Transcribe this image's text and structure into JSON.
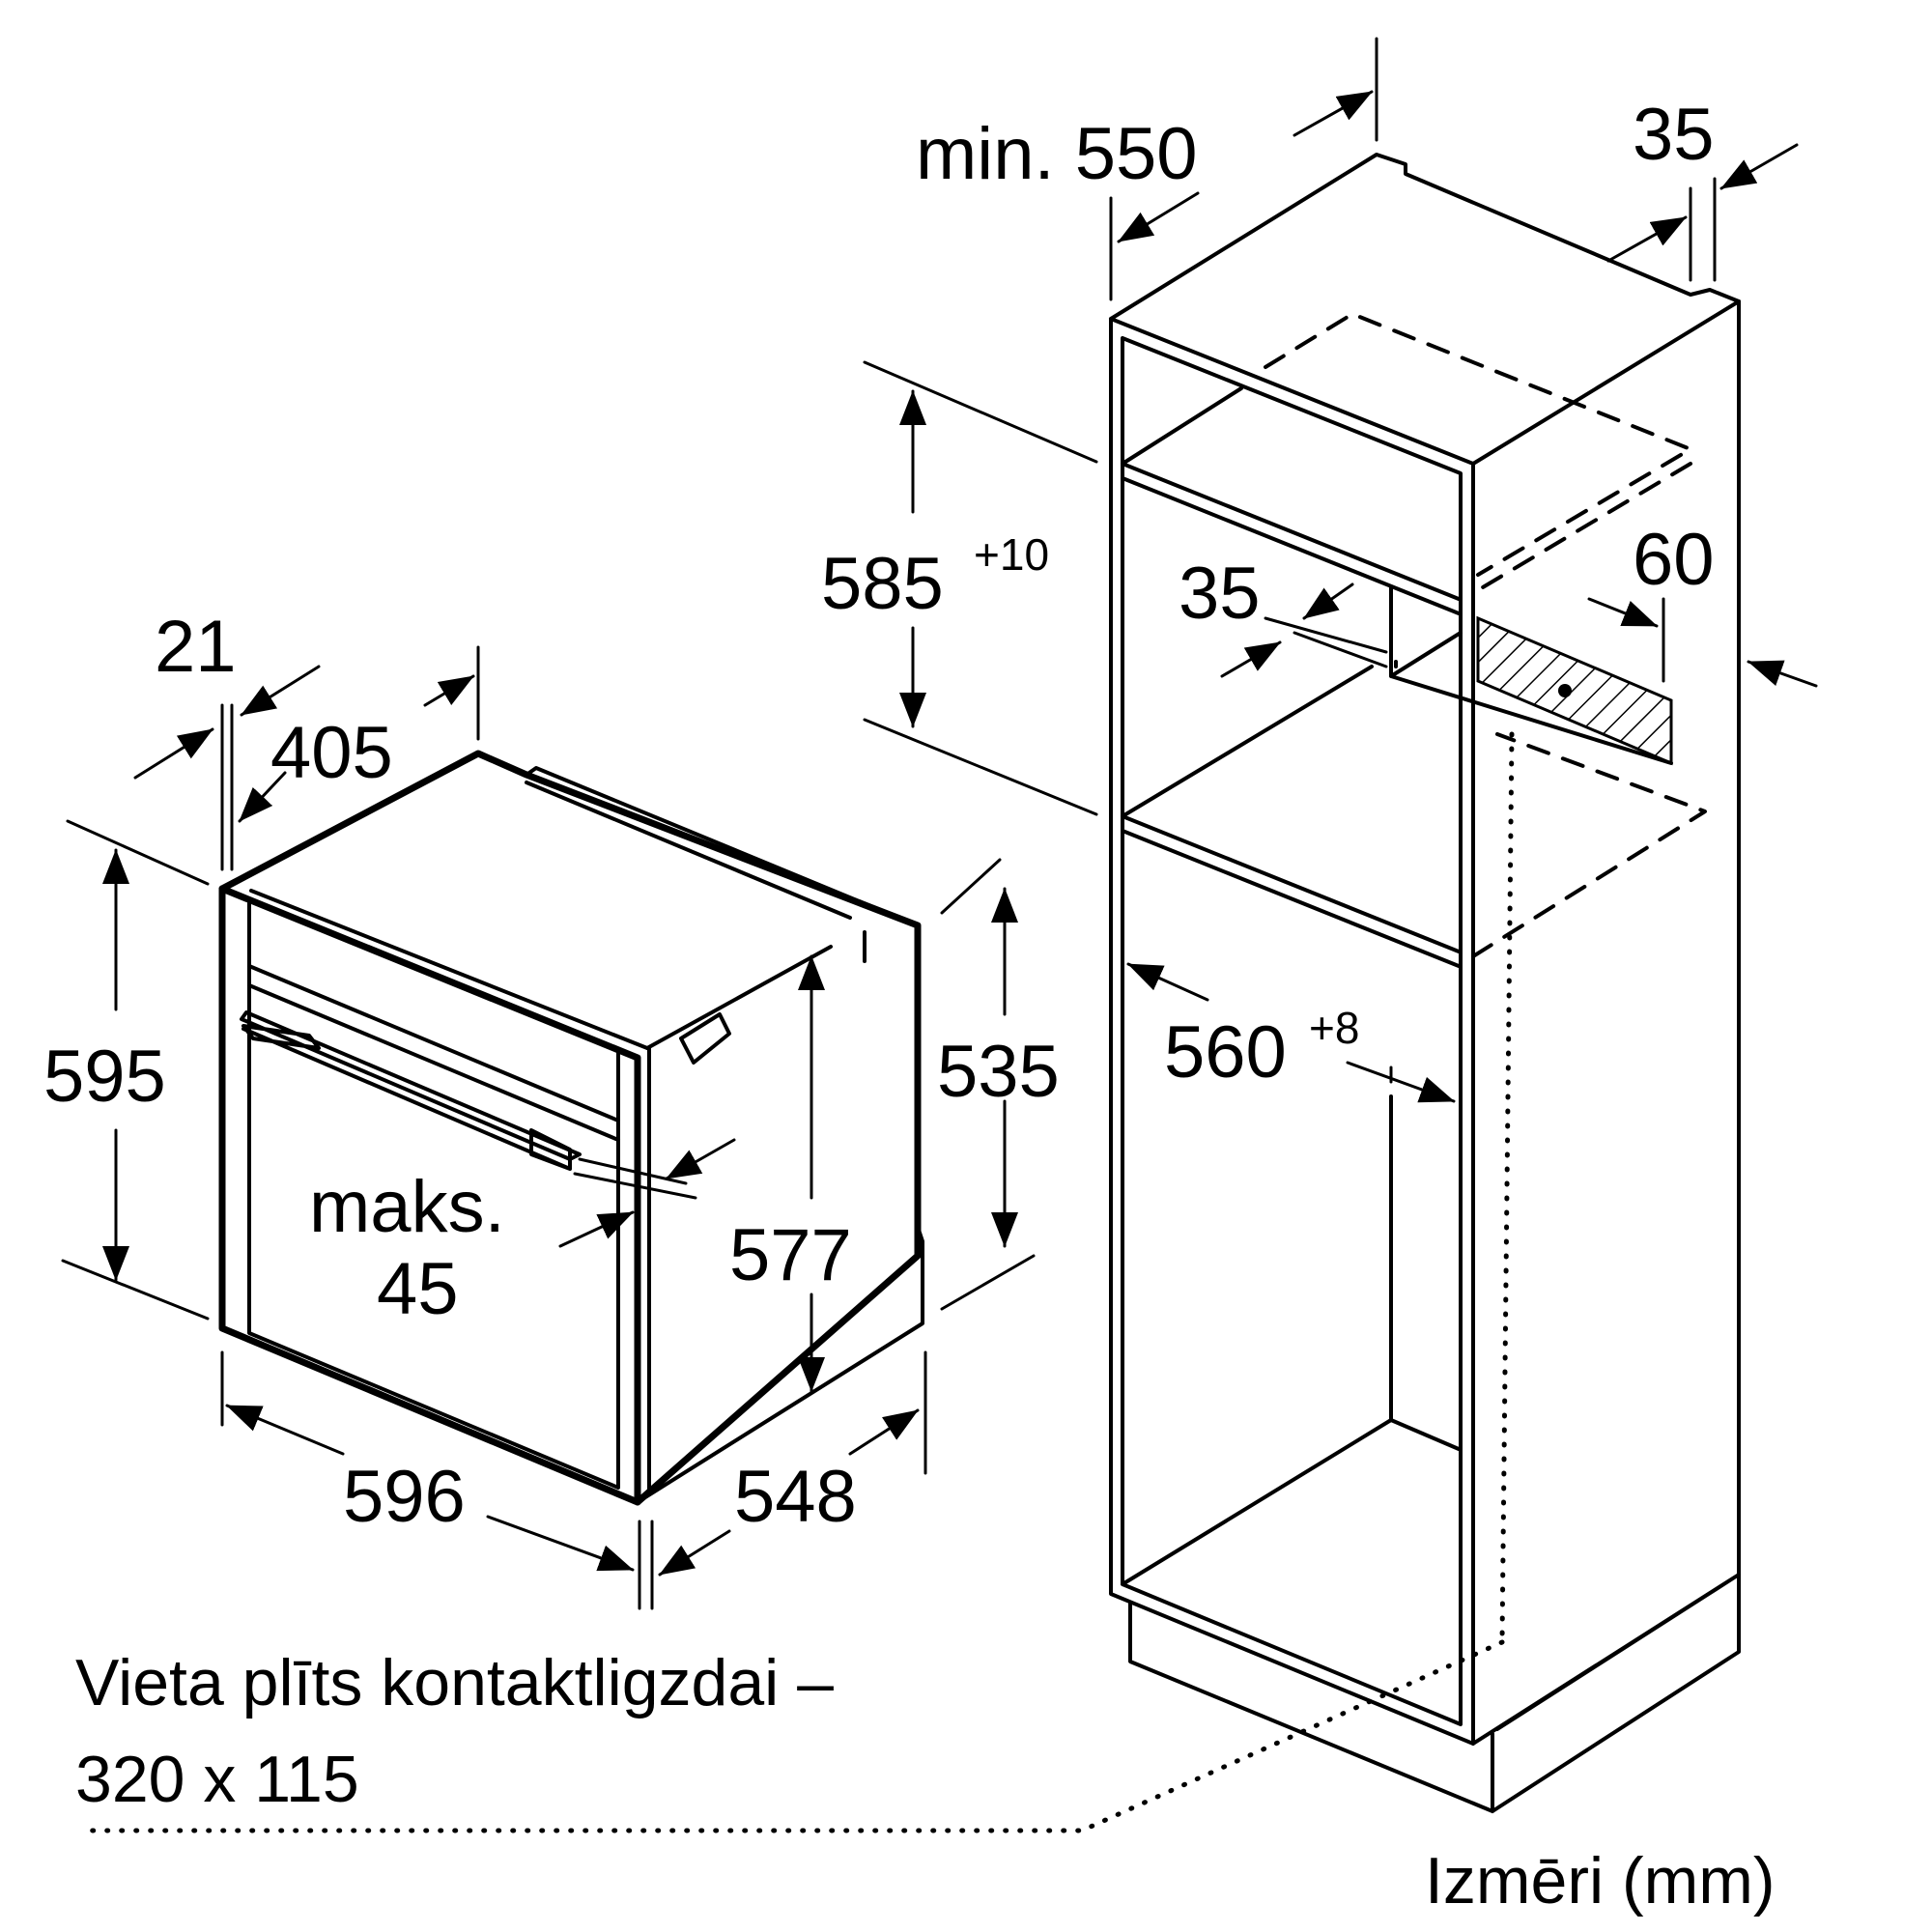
{
  "labels": {
    "oven_depth_face": "21",
    "oven_height_body": "405",
    "oven_height": "595",
    "oven_inner_height": "535",
    "oven_side_height": "577",
    "max_label": "maks.",
    "max_value": "45",
    "oven_width": "596",
    "oven_depth": "548",
    "cab_min_depth": "min. 550",
    "cab_back_gap": "35",
    "niche_height_base": "585",
    "niche_height_sup": "+10",
    "shelf_depth": "35",
    "vent_gap": "60",
    "niche_width_base": "560",
    "niche_width_sup": "+8",
    "socket_note_line1": "Vieta plīts kontaktligzdai –",
    "socket_note_line2": "320 x 115",
    "units": "Izmēri (mm)"
  },
  "colors": {
    "line": "#000000",
    "background": "#ffffff"
  }
}
